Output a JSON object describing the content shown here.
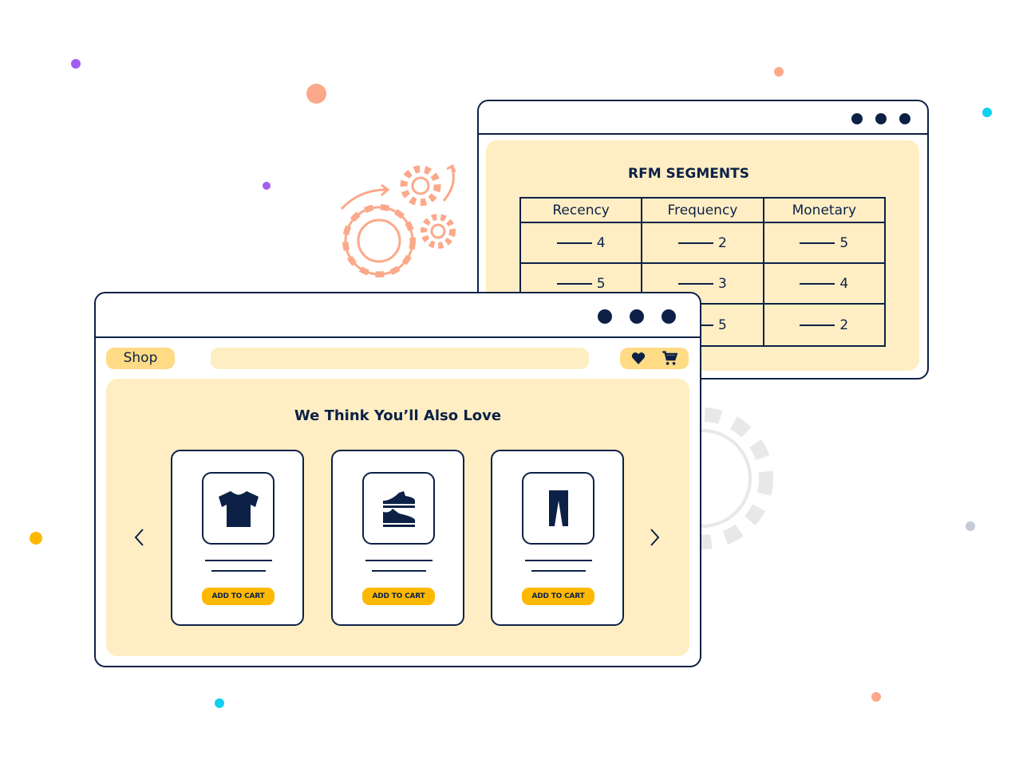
{
  "colors": {
    "navy": "#0d2146",
    "cream": "#ffeec4",
    "yellow": "#ffdb85",
    "button": "#ffb800",
    "accent_orange": "#fba98a"
  },
  "rfm_window": {
    "title": "RFM SEGMENTS",
    "columns": [
      "Recency",
      "Frequency",
      "Monetary"
    ],
    "rows": [
      [
        "4",
        "2",
        "5"
      ],
      [
        "5",
        "3",
        "4"
      ],
      [
        null,
        "5",
        "2"
      ]
    ]
  },
  "shop_window": {
    "shop_label": "Shop",
    "search_placeholder": "",
    "icons": [
      "heart-icon",
      "cart-icon"
    ],
    "section_title": "We Think You’ll Also Love",
    "products": [
      {
        "icon": "tshirt-icon",
        "button": "ADD TO CART"
      },
      {
        "icon": "sneakers-icon",
        "button": "ADD TO CART"
      },
      {
        "icon": "pants-icon",
        "button": "ADD TO CART"
      }
    ]
  }
}
